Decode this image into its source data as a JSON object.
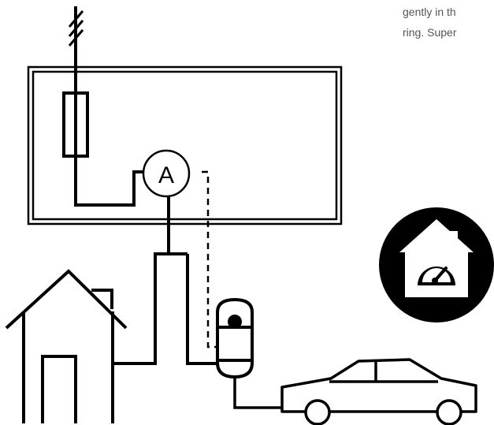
{
  "text_snippet": {
    "line1": "gently in th",
    "line2": "ring. Super"
  },
  "meter": {
    "label": "A"
  },
  "colors": {
    "stroke": "#000000",
    "background": "#ffffff",
    "text": "#555555"
  },
  "icons": [
    "fuse-icon",
    "ammeter-icon",
    "house-icon",
    "ev-charger-icon",
    "car-icon",
    "smart-home-gauge-icon"
  ]
}
